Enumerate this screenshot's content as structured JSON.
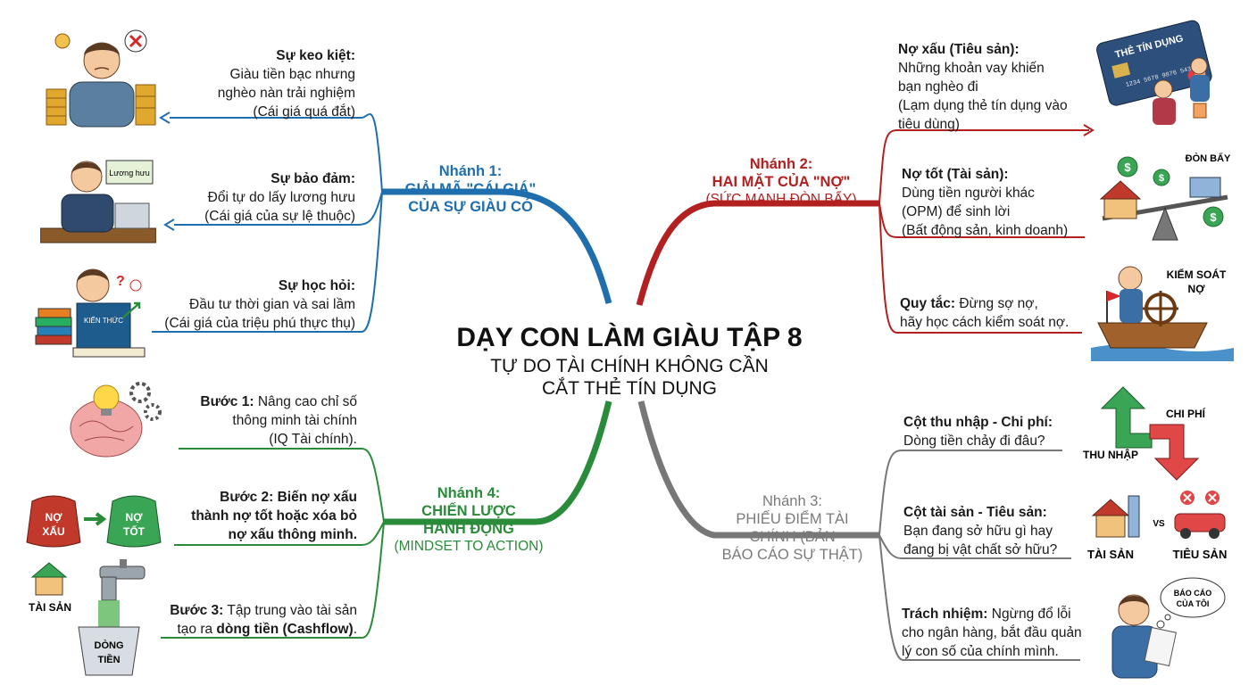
{
  "center": {
    "title": "DẠY CON LÀM GIÀU TẬP 8",
    "subtitle1": "TỰ DO TÀI CHÍNH KHÔNG CẦN",
    "subtitle2": "CẮT THẺ TÍN DỤNG"
  },
  "colors": {
    "branch1": "#1f6fae",
    "branch2": "#b32020",
    "branch3": "#777777",
    "branch4": "#2a8c3a"
  },
  "branch1": {
    "line1": "Nhánh 1:",
    "line2": "GIẢI MÃ \"CÁI GIÁ\"",
    "line3": "CỦA SỰ GIÀU CÓ",
    "items": [
      {
        "head": "Sự keo kiệt:",
        "lines": [
          "Giàu tiền bạc nhưng",
          "nghèo nàn trải nghiệm",
          "(Cái giá quá đắt)"
        ]
      },
      {
        "head": "Sự bảo đảm:",
        "lines": [
          "Đổi tự do lấy lương hưu",
          "(Cái giá của sự lệ thuộc)"
        ]
      },
      {
        "head": "Sự học hỏi:",
        "lines": [
          "Đầu tư thời gian và sai lầm",
          "(Cái giá của triệu phú thực thụ)"
        ]
      }
    ]
  },
  "branch2": {
    "line1": "Nhánh 2:",
    "line2": "HAI MẶT CỦA \"NỢ\"",
    "line3": "(SỨC MẠNH ĐÒN BẨY)",
    "items": [
      {
        "head": "Nợ xấu (Tiêu sản):",
        "lines": [
          "Những khoản vay khiến",
          "bạn nghèo đi",
          "(Lạm dụng thẻ tín dụng vào",
          "tiêu dùng)"
        ]
      },
      {
        "head": "Nợ tốt (Tài sản):",
        "lines": [
          "Dùng tiền người khác",
          "(OPM) để sinh lời",
          "(Bất động sản, kinh doanh)"
        ]
      },
      {
        "head": "Quy tắc:",
        "rest": " Đừng sợ nợ,",
        "lines": [
          "hãy học cách kiểm soát nợ."
        ]
      }
    ]
  },
  "branch3": {
    "line1": "Nhánh 3:",
    "line2": "PHIẾU ĐIỂM TÀI",
    "line3": "CHÍNH (BẢN",
    "line4": "BÁO CÁO SỰ THẬT)",
    "items": [
      {
        "head": "Cột thu nhập - Chi phí:",
        "lines": [
          "Dòng tiền chảy đi đâu?"
        ]
      },
      {
        "head": "Cột tài sản - Tiêu sản:",
        "lines": [
          "Bạn đang sở hữu gì hay",
          "đang bị vật chất sở hữu?"
        ]
      },
      {
        "head": "Trách nhiệm:",
        "rest": " Ngừng đổ lỗi",
        "lines": [
          "cho ngân hàng, bắt đầu quản",
          "lý con số của chính mình."
        ]
      }
    ]
  },
  "branch4": {
    "line1": "Nhánh 4:",
    "line2": "CHIẾN LƯỢC",
    "line3": "HÀNH ĐỘNG",
    "line4": "(MINDSET TO ACTION)",
    "items": [
      {
        "head": "Bước 1:",
        "rest": " Nâng cao chỉ số",
        "lines": [
          "thông minh tài chính",
          "(IQ Tài chính)."
        ]
      },
      {
        "head": "Bước 2: Biến nợ xấu",
        "lines": [
          "thành nợ tốt hoặc xóa bỏ",
          "nợ xấu thông minh."
        ]
      },
      {
        "head": "Bước 3:",
        "rest": " Tập trung vào tài sản",
        "line2a": "tạo ra ",
        "line2b": "dòng tiền (Cashflow)",
        "line2c": "."
      }
    ]
  },
  "illustrations": {
    "book_title": "KIẾN THỨC",
    "pension_sign": "Lương hưu",
    "card_text": "THẺ TÍN DỤNG",
    "card_number": "1234 5678 9876 5432",
    "leverage": "ĐÒN BẨY",
    "control1": "KIỂM SOÁT",
    "control2": "NỢ",
    "bag_bad1": "NỢ",
    "bag_bad2": "XẤU",
    "bag_good1": "NỢ",
    "bag_good2": "TỐT",
    "asset_label": "TÀI SẢN",
    "cashflow1": "DÒNG",
    "cashflow2": "TIỀN",
    "expense": "CHI PHÍ",
    "income": "THU NHẬP",
    "asset": "TÀI SẢN",
    "liability": "TIÊU SẢN",
    "vs": "VS",
    "report1": "BÁO CÁO",
    "report2": "CỦA TÔI"
  }
}
